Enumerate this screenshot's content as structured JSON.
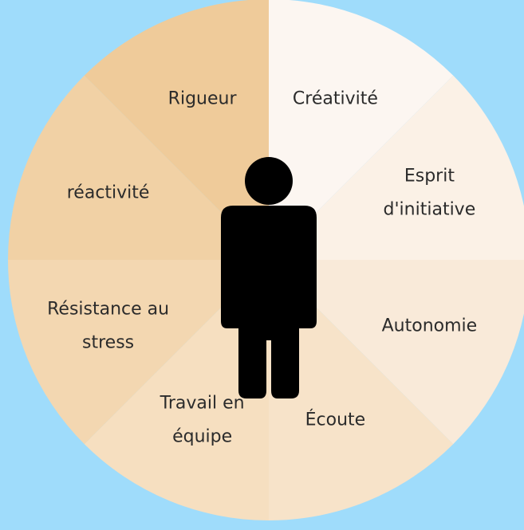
{
  "colors": {
    "background": "#9fdcfb",
    "person": "#000000",
    "label_text": "#2b2b2b"
  },
  "segments": [
    {
      "lines": [
        "Créativité"
      ],
      "color": "#fcf6f1"
    },
    {
      "lines": [
        "Esprit",
        "d'initiative"
      ],
      "color": "#fbf1e6"
    },
    {
      "lines": [
        "Autonomie"
      ],
      "color": "#f9ead9"
    },
    {
      "lines": [
        "Écoute"
      ],
      "color": "#f7e3c9"
    },
    {
      "lines": [
        "Travail en",
        "équipe"
      ],
      "color": "#f6dfc0"
    },
    {
      "lines": [
        "Résistance au",
        "stress"
      ],
      "color": "#f3d7b1"
    },
    {
      "lines": [
        "réactivité"
      ],
      "color": "#f1d1a5"
    },
    {
      "lines": [
        "Rigueur"
      ],
      "color": "#efcb9a"
    }
  ],
  "center_icon": "person-icon"
}
